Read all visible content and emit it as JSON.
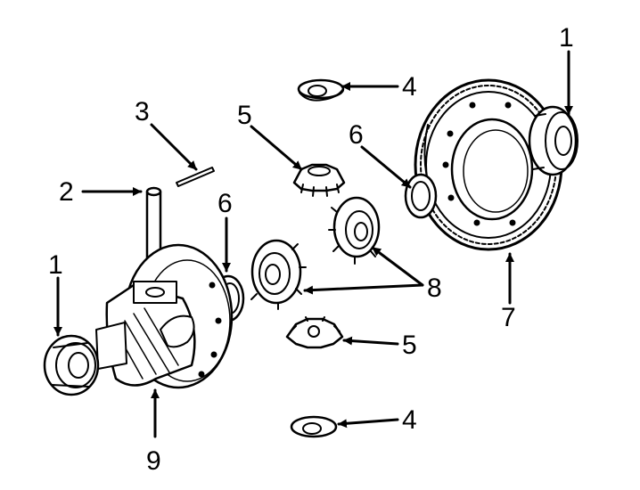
{
  "callouts": {
    "bearing_right": "1",
    "bearing_left": "1",
    "pinion_shaft": "2",
    "lock_pin": "3",
    "thrust_washer_top": "4",
    "thrust_washer_bottom": "4",
    "pinion_gear_top": "5",
    "pinion_gear_bottom": "5",
    "side_washer_right": "6",
    "side_washer_left": "6",
    "ring_gear": "7",
    "side_gears": "8",
    "differential_case": "9"
  }
}
